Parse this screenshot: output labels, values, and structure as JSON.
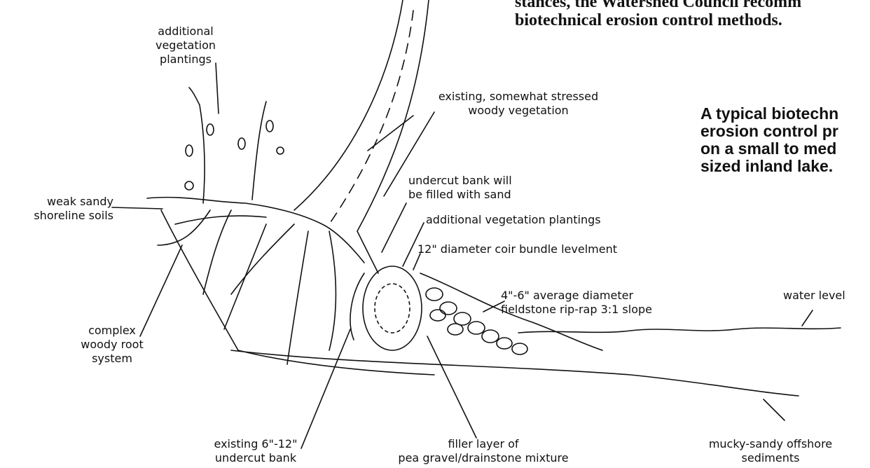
{
  "header_text": {
    "line1": "stances, the Watershed Council recomm",
    "line2": "biotechnical erosion control methods."
  },
  "callout": {
    "line1": "A typical biotechn",
    "line2": "erosion control pr",
    "line3": "on a small to med",
    "line4": "sized inland lake."
  },
  "labels": {
    "additional_vegetation_top": [
      "additional",
      "vegetation",
      "plantings"
    ],
    "existing_woody": [
      "existing, somewhat stressed",
      "woody vegetation"
    ],
    "undercut_fill": [
      "undercut bank will",
      "be filled with sand"
    ],
    "additional_vegetation_mid": "additional vegetation plantings",
    "coir_bundle": "12\" diameter coir bundle levelment",
    "weak_soils": [
      "weak sandy",
      "shoreline soils"
    ],
    "riprap": [
      "4\"-6\" average diameter",
      "fieldstone rip-rap 3:1 slope"
    ],
    "water_level": "water level",
    "root_system": [
      "complex",
      "woody root",
      "system"
    ],
    "undercut_existing": [
      "existing 6\"-12\"",
      "undercut bank"
    ],
    "filler": [
      "filler layer of",
      "pea gravel/drainstone mixture"
    ],
    "offshore": [
      "mucky-sandy offshore",
      "sediments"
    ]
  },
  "colors": {
    "ink": "#111111",
    "background": "#ffffff"
  }
}
